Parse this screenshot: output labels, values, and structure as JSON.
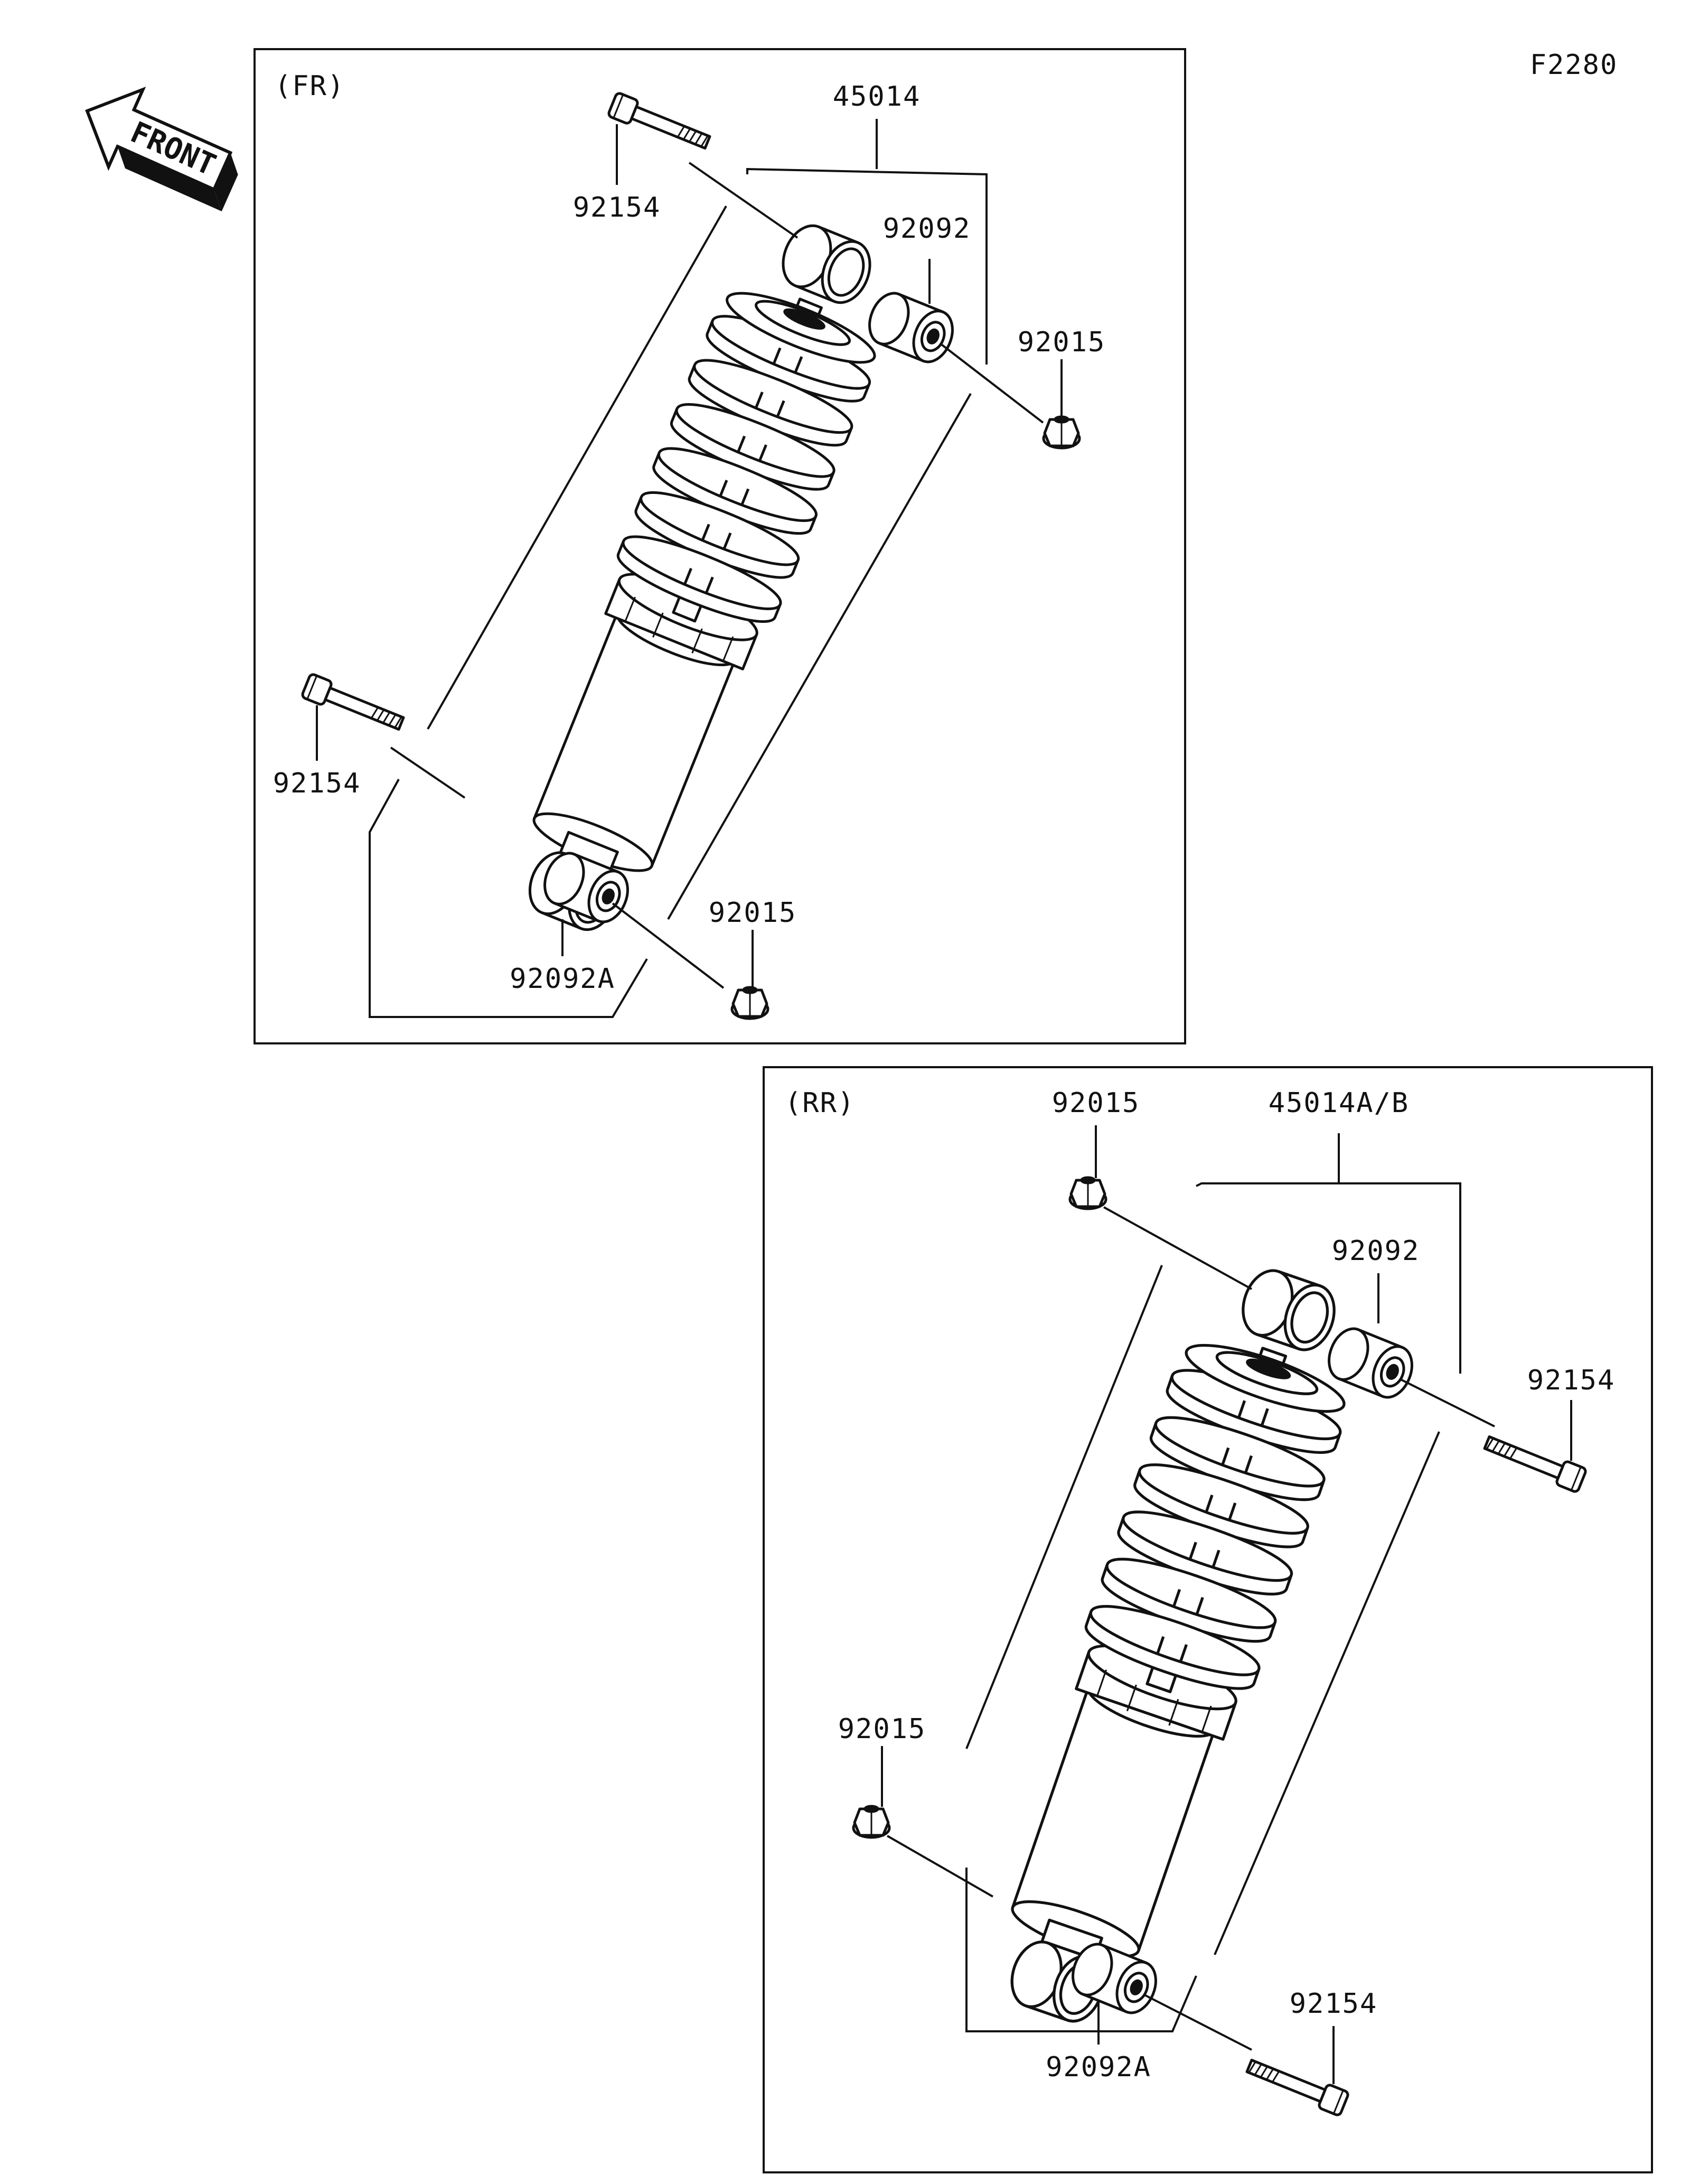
{
  "diagram_code": "F2280",
  "front_arrow": {
    "text": "FRONT",
    "icon": "front-direction-arrow-icon"
  },
  "front_panel": {
    "title": "(FR)",
    "labels": {
      "assembly": "45014",
      "bolt_top": "92154",
      "bolt_bottom": "92154",
      "bush_top": "92092",
      "bush_bottom": "92092A",
      "nut_top": "92015",
      "nut_bottom": "92015"
    }
  },
  "rear_panel": {
    "title": "(RR)",
    "labels": {
      "assembly": "45014A/B",
      "nut_top": "92015",
      "nut_bottom": "92015",
      "bush_top": "92092",
      "bush_bottom": "92092A",
      "bolt_top": "92154",
      "bolt_bottom": "92154"
    }
  }
}
